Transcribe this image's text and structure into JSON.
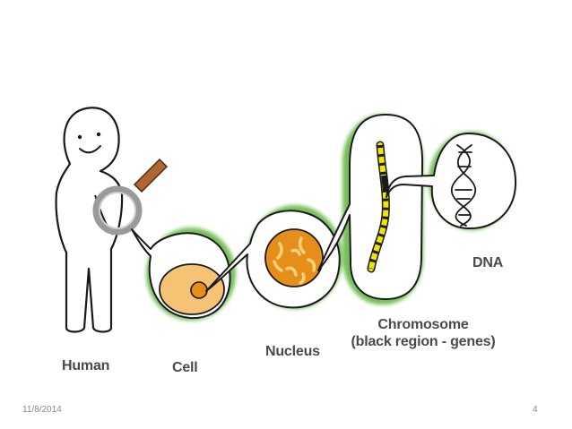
{
  "labels": {
    "human": "Human",
    "cell": "Cell",
    "nucleus": "Nucleus",
    "dna": "DNA",
    "chromosome_line1": "Chromosome",
    "chromosome_line2": "(black region - genes)"
  },
  "footer": {
    "date": "11/8/2014",
    "page_number": "4"
  },
  "colors": {
    "outline": "#1a1a1a",
    "bubble_shadow": "#5db33b",
    "cell_fill": "#f6c274",
    "nucleus_fill": "#e58f1a",
    "chromosome_fill": "#f2e600",
    "magnifier_handle": "#b0662e",
    "label_text": "#4a4a4a"
  }
}
